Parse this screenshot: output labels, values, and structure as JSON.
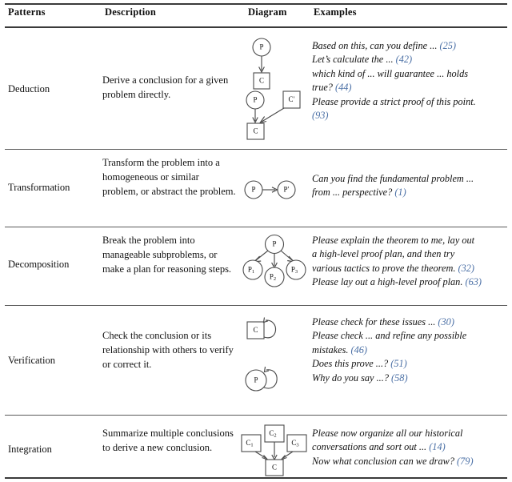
{
  "table": {
    "headers": {
      "patterns": "Patterns",
      "description": "Description",
      "diagram": "Diagram",
      "examples": "Examples"
    },
    "citation_color": "#4a6fa5",
    "rows": [
      {
        "pattern": "Deduction",
        "description": "Derive a conclusion for a given problem directly.",
        "diagram_nodes": [
          "P",
          "C",
          "P",
          "C′",
          "C"
        ],
        "examples": [
          {
            "text": "Based on this, can you define ... ",
            "cite": "(25)"
          },
          {
            "text": "Let’s calculate the ... ",
            "cite": "(42)"
          },
          {
            "text": "which kind of ... will guarantee ... holds",
            "cite": ""
          },
          {
            "text": "true? ",
            "cite": "(44)"
          },
          {
            "text": "Please provide a strict proof of this point.",
            "cite": ""
          },
          {
            "text": "",
            "cite": "(93)"
          }
        ]
      },
      {
        "pattern": "Transformation",
        "description": "Transform the problem into a homogeneous or similar problem, or abstract the problem.",
        "diagram_nodes": [
          "P",
          "P′"
        ],
        "examples": [
          {
            "text": "Can you find the fundamental problem ...",
            "cite": ""
          },
          {
            "text": "from ... perspective? ",
            "cite": "(1)"
          }
        ]
      },
      {
        "pattern": "Decomposition",
        "description": "Break the problem into manageable subproblems, or make a plan for reasoning steps.",
        "diagram_nodes": [
          "P",
          "P1",
          "P2",
          "P3"
        ],
        "examples": [
          {
            "text": "Please explain the theorem to me, lay out",
            "cite": ""
          },
          {
            "text": "a high-level proof plan, and then try",
            "cite": ""
          },
          {
            "text": "various tactics to prove the theorem. ",
            "cite": "(32)"
          },
          {
            "text": "Please lay out a high-level proof plan. ",
            "cite": "(63)"
          }
        ]
      },
      {
        "pattern": "Verification",
        "description": "Check the conclusion or its relationship with others to verify or correct it.",
        "diagram_nodes": [
          "C",
          "P"
        ],
        "examples": [
          {
            "text": "Please check for these issues ... ",
            "cite": "(30)"
          },
          {
            "text": "Please check ... and refine any possible",
            "cite": ""
          },
          {
            "text": "mistakes. ",
            "cite": "(46)"
          },
          {
            "text": "Does this prove ...? ",
            "cite": "(51)"
          },
          {
            "text": "Why do you say ...? ",
            "cite": "(58)"
          }
        ]
      },
      {
        "pattern": "Integration",
        "description": "Summarize multiple conclusions to derive a new conclusion.",
        "diagram_nodes": [
          "C1",
          "C2",
          "C3",
          "C"
        ],
        "examples": [
          {
            "text": "Please now organize all our historical",
            "cite": ""
          },
          {
            "text": "conversations and sort out ... ",
            "cite": "(14)"
          },
          {
            "text": "Now what conclusion can we draw? ",
            "cite": "(79)"
          }
        ]
      }
    ]
  }
}
